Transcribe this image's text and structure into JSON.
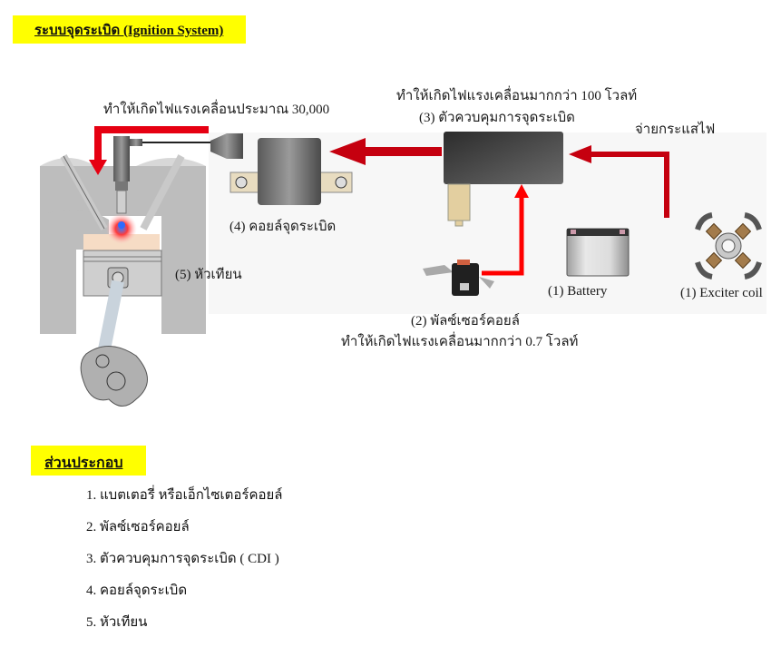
{
  "header": {
    "title": "ระบบจุดระเบิด (Ignition System)"
  },
  "diagram": {
    "labels": {
      "spark_voltage": "ทำให้เกิดไฟแรงเคลื่อนประมาณ 30,000",
      "cdi_voltage": "ทำให้เกิดไฟแรงเคลื่อนมากกว่า 100 โวลท์",
      "cdi_name": "(3) ตัวควบคุมการจุดระเบิด",
      "power_supply": "จ่ายกระแสไฟ",
      "ignition_coil": "(4) คอยล์จุดระเบิด",
      "spark_plug": "(5) หัวเทียน",
      "battery": "(1) Battery",
      "exciter_coil": "(1) Exciter coil",
      "pulser_coil": "(2) พัลซ์เซอร์คอยล์",
      "pulser_voltage": "ทำให้เกิดไฟแรงเคลื่อนมากกว่า 0.7 โวลท์"
    },
    "colors": {
      "arrow": "#d40010",
      "highlight": "#ffff00",
      "component_dark": "#3a3a3a",
      "engine_gray": "#bdbdbd"
    }
  },
  "parts": {
    "title": "ส่วนประกอบ",
    "items": [
      "1. แบตเตอรี่ หรือเอ็กไซเตอร์คอยล์",
      "2. พัลซ์เซอร์คอยล์",
      "3. ตัวควบคุมการจุดระเบิด ( CDI )",
      "4. คอยล์จุดระเบิด",
      "5. หัวเทียน"
    ]
  }
}
